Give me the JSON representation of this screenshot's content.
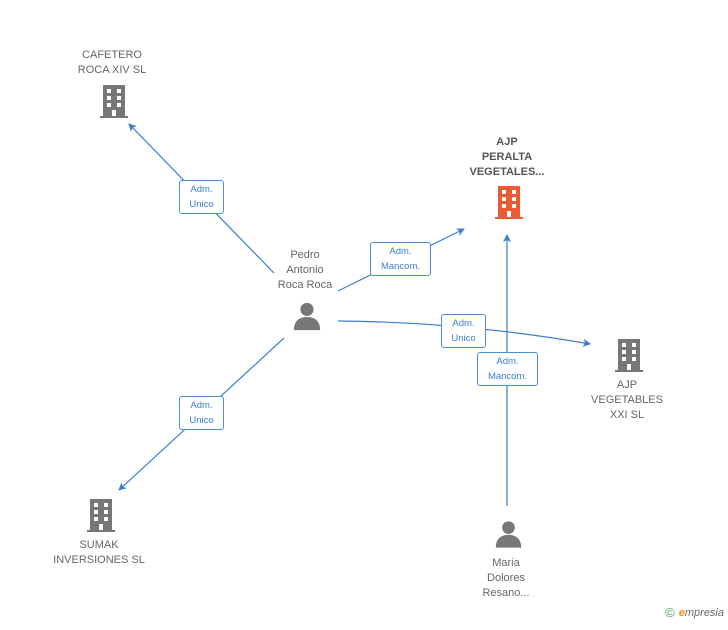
{
  "colors": {
    "edge": "#3b7fd0",
    "company": "#777777",
    "focus_company": "#ee5a33",
    "person": "#777777"
  },
  "nodes": {
    "cafetero": {
      "lines": [
        "CAFETERO",
        "ROCA XIV  SL"
      ],
      "icon": "building-icon"
    },
    "ajp_peralta": {
      "lines": [
        "AJP",
        "PERALTA",
        "VEGETALES..."
      ],
      "icon": "building-icon"
    },
    "pedro": {
      "lines": [
        "Pedro",
        "Antonio",
        "Roca Roca"
      ],
      "icon": "person-icon"
    },
    "ajp_vegetables": {
      "lines": [
        "AJP",
        "VEGETABLES",
        "XXI  SL"
      ],
      "icon": "building-icon"
    },
    "sumak": {
      "lines": [
        "SUMAK",
        "INVERSIONES SL"
      ],
      "icon": "building-icon"
    },
    "maria": {
      "lines": [
        "Maria",
        "Dolores",
        "Resano..."
      ],
      "icon": "person-icon"
    }
  },
  "edges": {
    "pedro_cafetero": {
      "lines": [
        "Adm.",
        "Unico"
      ]
    },
    "pedro_peralta": {
      "lines": [
        "Adm.",
        "Mancom."
      ]
    },
    "pedro_vegetables": {
      "lines": [
        "Adm.",
        "Unico"
      ]
    },
    "maria_peralta": {
      "lines": [
        "Adm.",
        "Mancom."
      ]
    },
    "pedro_sumak": {
      "lines": [
        "Adm.",
        "Unico"
      ]
    }
  },
  "footer": {
    "copyright": "©",
    "brand_initial": "e",
    "brand_rest": "mpresia"
  }
}
